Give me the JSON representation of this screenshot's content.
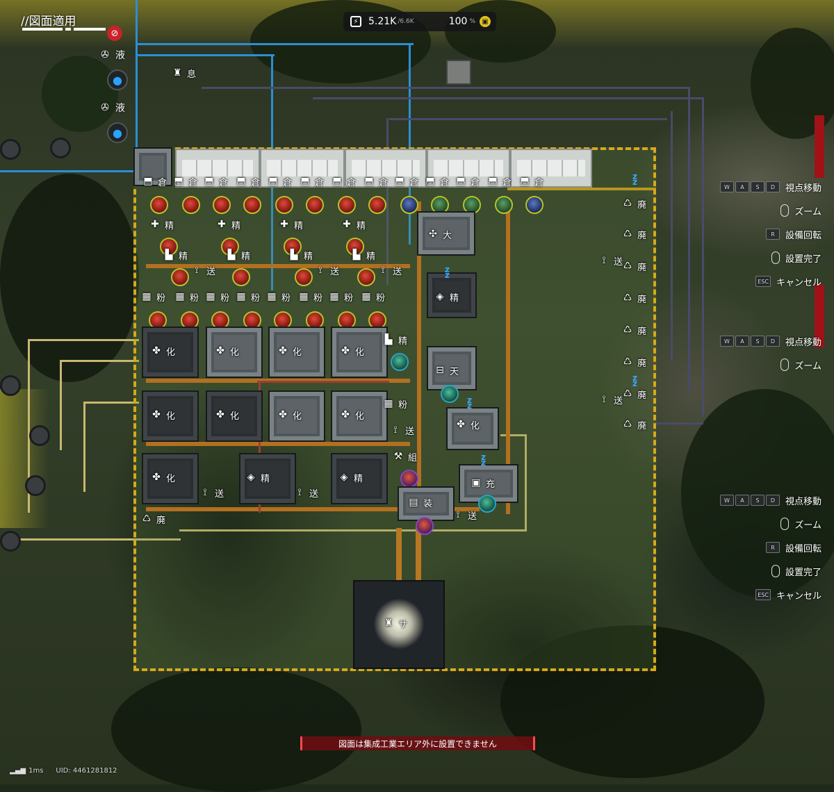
{
  "hud": {
    "mode_title": "//図面適用",
    "power": {
      "current": "5.21K",
      "max": "/6.6K",
      "percent": "100",
      "percent_unit": "%"
    },
    "cancel_icon": "prohibit-icon"
  },
  "liquids": [
    {
      "label": "液",
      "icon": "fluid-pump-icon"
    },
    {
      "label": "液",
      "icon": "fluid-pump-icon"
    }
  ],
  "rest_label": "息",
  "storage": {
    "label": "倉",
    "count": 13
  },
  "machines": {
    "refine": "精",
    "powder": "粉",
    "chem": "化",
    "send": "送",
    "large": "大",
    "sky": "天",
    "assemble": "組",
    "equip": "装",
    "charge": "充",
    "waste": "廃",
    "sub": "サ"
  },
  "controls": [
    {
      "entries": [
        {
          "keys": [
            "W",
            "A",
            "S",
            "D"
          ],
          "label": "視点移動"
        },
        {
          "keys": [
            "mouse-wheel"
          ],
          "label": "ズーム"
        },
        {
          "keys": [
            "R"
          ],
          "label": "設備回転"
        },
        {
          "keys": [
            "mouse-left"
          ],
          "label": "設置完了"
        },
        {
          "keys": [
            "ESC"
          ],
          "label": "キャンセル"
        }
      ]
    },
    {
      "entries": [
        {
          "keys": [
            "W",
            "A",
            "S",
            "D"
          ],
          "label": "視点移動"
        },
        {
          "keys": [
            "mouse-wheel"
          ],
          "label": "ズーム"
        }
      ]
    },
    {
      "entries": [
        {
          "keys": [
            "W",
            "A",
            "S",
            "D"
          ],
          "label": "視点移動"
        },
        {
          "keys": [
            "mouse-wheel"
          ],
          "label": "ズーム"
        },
        {
          "keys": [
            "R"
          ],
          "label": "設備回転"
        },
        {
          "keys": [
            "mouse-left"
          ],
          "label": "設置完了"
        },
        {
          "keys": [
            "ESC"
          ],
          "label": "キャンセル"
        }
      ]
    }
  ],
  "error_message": "図面は集成工業エリア外に設置できません",
  "footer": {
    "latency": "1ms",
    "uid": "UID: 4461281812"
  },
  "colors": {
    "zone_border": "#d6a91a",
    "water_pipe": "#2a8fd6",
    "fluid_pipe": "#4a4a6a",
    "error": "#a01218"
  }
}
